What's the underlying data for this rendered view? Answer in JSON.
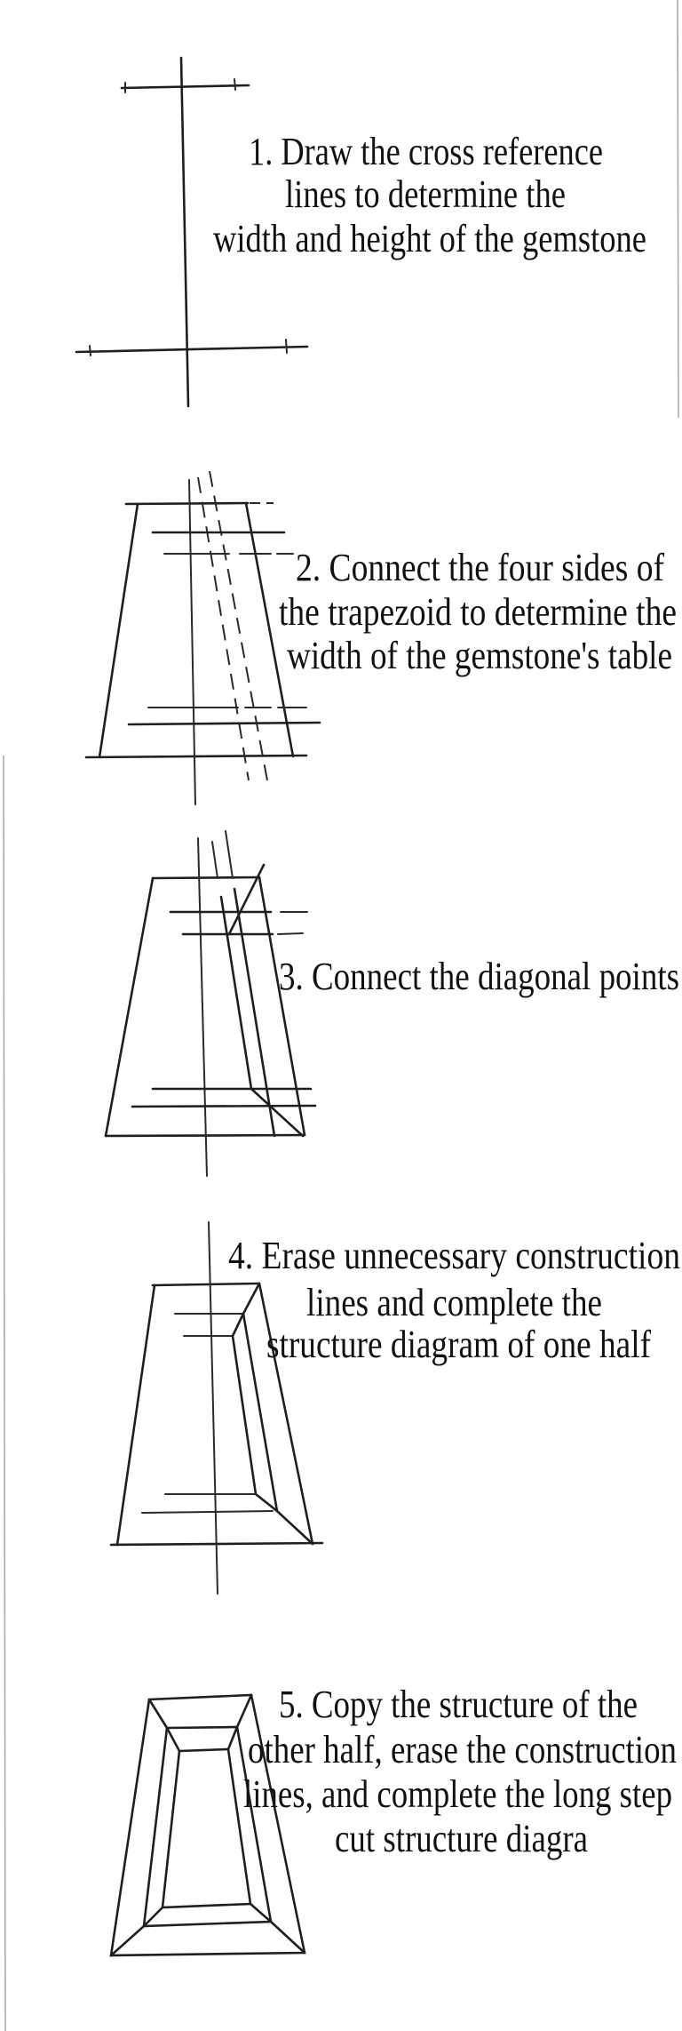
{
  "title": "Long step cut drawing steps",
  "colors": {
    "line": "#1f1f1f",
    "text": "#111111",
    "background": "#ffffff",
    "page_border": "#a9a9a9"
  },
  "steps": [
    {
      "number": 1,
      "lines": [
        "1. Draw the cross reference",
        "lines to determine the",
        "width and height of the gemstone"
      ]
    },
    {
      "number": 2,
      "lines": [
        "2. Connect the four sides of",
        "the trapezoid to determine the",
        "width of the gemstone's table"
      ]
    },
    {
      "number": 3,
      "lines": [
        "3. Connect the diagonal points"
      ]
    },
    {
      "number": 4,
      "lines": [
        "4. Erase unnecessary construction",
        "lines and complete the",
        "structure diagram of one half"
      ]
    },
    {
      "number": 5,
      "lines": [
        "5. Copy the structure of the",
        "other half, erase the construction",
        "lines, and complete the long step",
        "cut structure diagra"
      ]
    }
  ]
}
